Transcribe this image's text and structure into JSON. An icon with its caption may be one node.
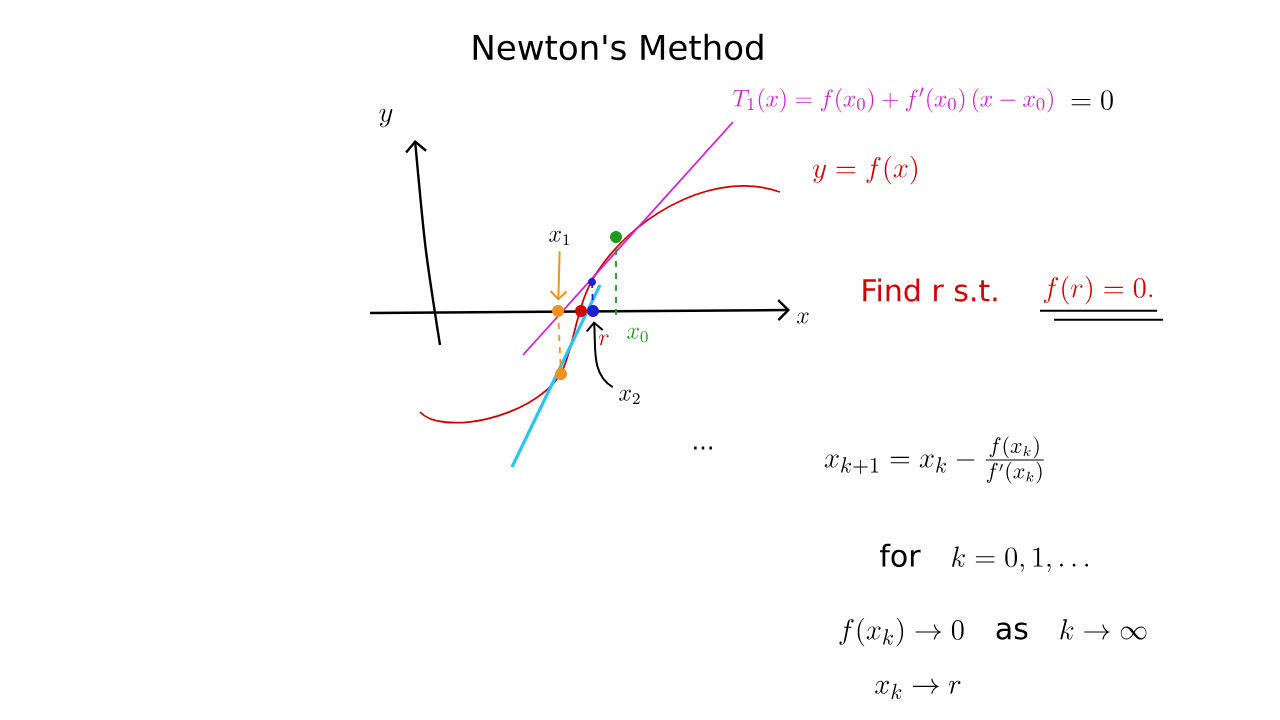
{
  "diagram": {
    "title": "Newton's Method",
    "nodes": [
      {
        "text": [
          "x_1"
        ]
      },
      {
        "text": [],
        "shape": "circle"
      },
      {
        "text": [
          "x_2"
        ]
      },
      {
        "text": [],
        "shape": "circle"
      }
    ],
    "edges": [
      {
        "from": 0,
        "to": 1,
        "arrow": "to",
        "color": "#f0901e"
      },
      {
        "from": 2,
        "to": 3,
        "arrow": "to",
        "color": "#000000"
      }
    ],
    "labels": [
      "y",
      "x",
      "T_1(x) = f(x_0) + f'(x_0)\\,(x - x_0)",
      "= 0",
      "y = f(x)",
      "Find r s.t.",
      "f(r) = 0.",
      "r",
      "x_0",
      "...",
      "x_{k+1} = x_k - \\frac{f(x_k)}{f'(x_k)}",
      "\\mathrm{for}\\quad k = 0, 1, \\ldots",
      "f(x_k) \\to 0 \\quad \\mathrm{as} \\quad k \\to \\infty",
      "x_k \\to r"
    ]
  }
}
